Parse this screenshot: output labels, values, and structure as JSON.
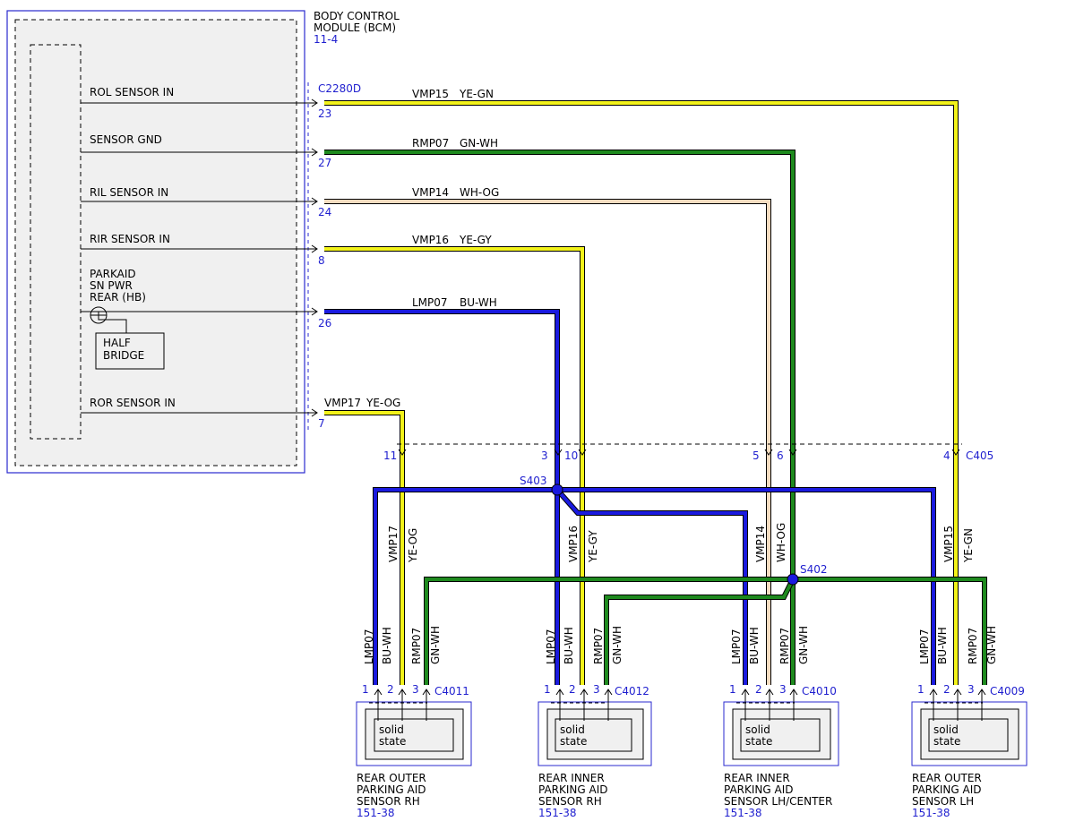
{
  "bcm": {
    "title_lines": [
      "BODY CONTROL",
      "MODULE (BCM)"
    ],
    "ref": "11-4",
    "connector": "C2280D",
    "signals": [
      {
        "label": "ROL SENSOR IN",
        "pin": "23",
        "circuit": "VMP15",
        "color_code": "YE-GN"
      },
      {
        "label": "SENSOR GND",
        "pin": "27",
        "circuit": "RMP07",
        "color_code": "GN-WH"
      },
      {
        "label": "RIL SENSOR IN",
        "pin": "24",
        "circuit": "VMP14",
        "color_code": "WH-OG"
      },
      {
        "label": "RIR SENSOR IN",
        "pin": "8",
        "circuit": "VMP16",
        "color_code": "YE-GY"
      },
      {
        "label_lines": [
          "PARKAID",
          "SN PWR",
          "REAR (HB)"
        ],
        "pin": "26",
        "circuit": "LMP07",
        "color_code": "BU-WH"
      },
      {
        "label": "ROR SENSOR IN",
        "pin": "7",
        "circuit": "VMP17",
        "color_code": "YE-OG"
      }
    ],
    "half_bridge_lines": [
      "HALF",
      "BRIDGE"
    ]
  },
  "inline_connector": {
    "name": "C405",
    "pins": [
      "11",
      "3",
      "10",
      "5",
      "6",
      "4"
    ]
  },
  "splices": [
    "S403",
    "S402"
  ],
  "vertical_labels": [
    {
      "circuit": "VMP17",
      "color_code": "YE-OG"
    },
    {
      "circuit": "VMP16",
      "color_code": "YE-GY"
    },
    {
      "circuit": "VMP14",
      "color_code": "WH-OG"
    },
    {
      "circuit": "VMP15",
      "color_code": "YE-GN"
    }
  ],
  "sensors": [
    {
      "connector": "C4011",
      "pins": [
        "1",
        "2",
        "3"
      ],
      "body": [
        "solid",
        "state"
      ],
      "name_lines": [
        "REAR OUTER",
        "PARKING AID",
        "SENSOR RH"
      ],
      "ref": "151-38",
      "wires": [
        {
          "circuit": "LMP07",
          "color_code": "BU-WH"
        },
        {
          "circuit": "RMP07",
          "color_code": "GN-WH"
        }
      ]
    },
    {
      "connector": "C4012",
      "pins": [
        "1",
        "2",
        "3"
      ],
      "body": [
        "solid",
        "state"
      ],
      "name_lines": [
        "REAR INNER",
        "PARKING AID",
        "SENSOR RH"
      ],
      "ref": "151-38",
      "wires": [
        {
          "circuit": "LMP07",
          "color_code": "BU-WH"
        },
        {
          "circuit": "RMP07",
          "color_code": "GN-WH"
        }
      ]
    },
    {
      "connector": "C4010",
      "pins": [
        "1",
        "2",
        "3"
      ],
      "body": [
        "solid",
        "state"
      ],
      "name_lines": [
        "REAR INNER",
        "PARKING AID",
        "SENSOR LH/CENTER"
      ],
      "ref": "151-38",
      "wires": [
        {
          "circuit": "LMP07",
          "color_code": "BU-WH"
        },
        {
          "circuit": "RMP07",
          "color_code": "GN-WH"
        }
      ]
    },
    {
      "connector": "C4009",
      "pins": [
        "1",
        "2",
        "3"
      ],
      "body": [
        "solid",
        "state"
      ],
      "name_lines": [
        "REAR OUTER",
        "PARKING AID",
        "SENSOR LH"
      ],
      "ref": "151-38",
      "wires": [
        {
          "circuit": "LMP07",
          "color_code": "BU-WH"
        },
        {
          "circuit": "RMP07",
          "color_code": "GN-WH"
        }
      ]
    }
  ],
  "colors": {
    "blue_wire": "#1a1adf",
    "green_wire": "#1e8a1e",
    "yellow_wire": "#f2f21a",
    "white_orange_wire": "#f5dcc0",
    "box_blue": "#2a2acf",
    "module_fill": "#f0f0f0"
  }
}
